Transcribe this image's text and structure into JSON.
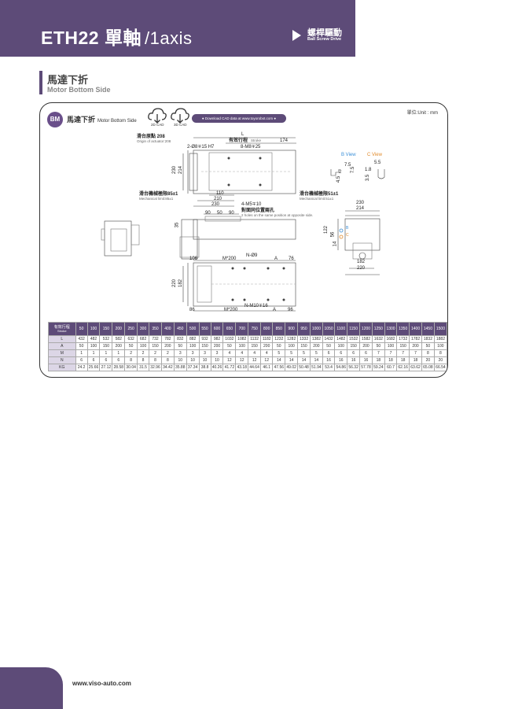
{
  "header": {
    "title": "ETH22 單軸",
    "subtitle": "/1axis",
    "right_zh": "螺桿驅動",
    "right_en": "Ball Screw Drive"
  },
  "section": {
    "title_zh": "馬達下折",
    "title_en": "Motor Bottom Side"
  },
  "card": {
    "badge": "BM",
    "title_zh": "馬達下折",
    "title_en": "Motor Bottom Side",
    "cad2d": "2D CAD",
    "cad3d": "3D CAD",
    "download": "● Download CAD data at www.toyorobot.com ●",
    "unit": "單位:Unit : mm"
  },
  "drawing": {
    "origin_zh": "滑台原點 208",
    "origin_en": "Origin of actuator:208",
    "L": "L",
    "stroke_zh": "有效行程",
    "stroke_en": "Stroke",
    "d174": "174",
    "hole1": "2-Ø8∓15 H7",
    "hole2": "8-M8∓25",
    "d230v": "230",
    "d214v": "214",
    "mech_left_zh": "滑台機械極限85±1",
    "mech_left_en": "Mechanical limit:85±1",
    "d110": "110",
    "d210": "210",
    "d230": "230",
    "m5": "4-M5∓10",
    "opp_zh": "對面同位置兩孔",
    "opp_en": "2 holes on the same position at opposite side.",
    "mech_right_zh": "滑台機械極限51±1",
    "mech_right_en": "Mechanical limit:51±1",
    "d90a": "90",
    "d50": "50",
    "d90b": "90",
    "d35": "35",
    "bview": "B View",
    "cview": "C View",
    "d7_5": "7.5",
    "d2": "2",
    "d7_5b": "7.5",
    "d4_5": "4.5",
    "d5_5": "5.5",
    "d1_8": "1.8",
    "d3_5": "3.5",
    "d230r": "230",
    "d214r": "214",
    "d122": "122",
    "d56": "56",
    "d14": "14",
    "d182r": "182",
    "d220r": "220",
    "d106": "106",
    "m200a": "M*200",
    "n9": "N-Ø9",
    "A1": "A",
    "d76": "76",
    "d220v": "220",
    "d182v": "182",
    "d86": "86",
    "m200b": "M*200",
    "n10": "N-M10∓16",
    "A2": "A",
    "d96": "96",
    "label_B": "B",
    "label_C": "C"
  },
  "table": {
    "head_zh": "有效行程",
    "head_en": "Stroke",
    "strokes": [
      "50",
      "100",
      "150",
      "200",
      "250",
      "300",
      "350",
      "400",
      "450",
      "500",
      "550",
      "600",
      "650",
      "700",
      "750",
      "800",
      "850",
      "900",
      "950",
      "1000",
      "1050",
      "1100",
      "1150",
      "1200",
      "1250",
      "1300",
      "1350",
      "1400",
      "1450",
      "1500"
    ],
    "rows": [
      {
        "label": "L",
        "values": [
          "432",
          "482",
          "532",
          "582",
          "632",
          "682",
          "732",
          "782",
          "832",
          "882",
          "932",
          "982",
          "1032",
          "1082",
          "1132",
          "1182",
          "1232",
          "1282",
          "1332",
          "1382",
          "1432",
          "1482",
          "1532",
          "1582",
          "1632",
          "1682",
          "1732",
          "1782",
          "1832",
          "1882"
        ]
      },
      {
        "label": "A",
        "values": [
          "50",
          "100",
          "150",
          "200",
          "50",
          "100",
          "150",
          "200",
          "50",
          "100",
          "150",
          "200",
          "50",
          "100",
          "150",
          "200",
          "50",
          "100",
          "150",
          "200",
          "50",
          "100",
          "150",
          "200",
          "50",
          "100",
          "150",
          "200",
          "50",
          "100"
        ]
      },
      {
        "label": "M",
        "values": [
          "1",
          "1",
          "1",
          "1",
          "2",
          "2",
          "2",
          "2",
          "3",
          "3",
          "3",
          "3",
          "4",
          "4",
          "4",
          "4",
          "5",
          "5",
          "5",
          "5",
          "6",
          "6",
          "6",
          "6",
          "7",
          "7",
          "7",
          "7",
          "8",
          "8"
        ]
      },
      {
        "label": "N",
        "values": [
          "6",
          "6",
          "6",
          "6",
          "8",
          "8",
          "8",
          "8",
          "10",
          "10",
          "10",
          "10",
          "12",
          "12",
          "12",
          "12",
          "14",
          "14",
          "14",
          "14",
          "16",
          "16",
          "16",
          "16",
          "18",
          "18",
          "18",
          "18",
          "20",
          "20"
        ]
      },
      {
        "label": "KG",
        "values": [
          "24.2",
          "25.66",
          "27.12",
          "28.58",
          "30.04",
          "31.5",
          "32.96",
          "34.42",
          "35.88",
          "37.34",
          "38.8",
          "40.26",
          "41.72",
          "43.18",
          "44.64",
          "46.1",
          "47.56",
          "49.02",
          "50.48",
          "51.94",
          "53.4",
          "54.86",
          "56.32",
          "57.78",
          "59.24",
          "60.7",
          "62.16",
          "63.62",
          "65.08",
          "66.54"
        ]
      }
    ]
  },
  "footer": {
    "url": "www.viso-auto.com"
  },
  "colors": {
    "brand": "#5d4b78",
    "bview": "#3a8fd8",
    "cview": "#e08a2a"
  }
}
